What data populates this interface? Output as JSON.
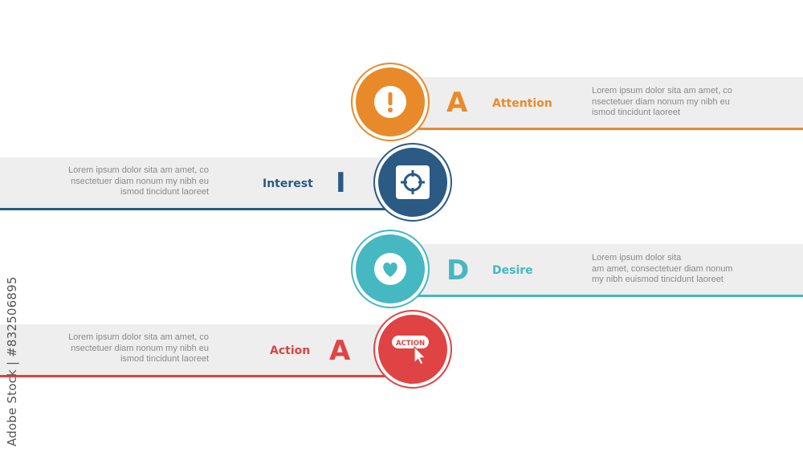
{
  "steps": [
    {
      "letter": "A",
      "label": "Attention",
      "color": "#e98a2a",
      "icon": "exclamation-icon",
      "desc": [
        "Lorem ipsum dolor sita am amet, co",
        "nsectetuer diam nonum my nibh eu",
        "ismod tincidunt laoreet"
      ]
    },
    {
      "letter": "I",
      "label": "Interest",
      "color": "#2b5a84",
      "icon": "target-crosshair-icon",
      "desc": [
        "Lorem ipsum dolor sita am amet, co",
        "nsectetuer diam nonum my nibh eu",
        "ismod tincidunt laoreet"
      ]
    },
    {
      "letter": "D",
      "label": "Desire",
      "color": "#45b8c2",
      "icon": "heart-icon",
      "desc": [
        "Lorem ipsum dolor sita",
        "am amet, consectetuer diam nonum",
        "my nibh euismod tincidunt laoreet"
      ]
    },
    {
      "letter": "A",
      "label": "Action",
      "color": "#e04343",
      "icon": "action-button-cursor-icon",
      "icon_text": "ACTION",
      "desc": [
        "Lorem ipsum dolor sita am amet, co",
        "nsectetuer diam nonum my nibh eu",
        "ismod tincidunt laoreet"
      ]
    }
  ],
  "watermark": "Adobe Stock | #832506895"
}
